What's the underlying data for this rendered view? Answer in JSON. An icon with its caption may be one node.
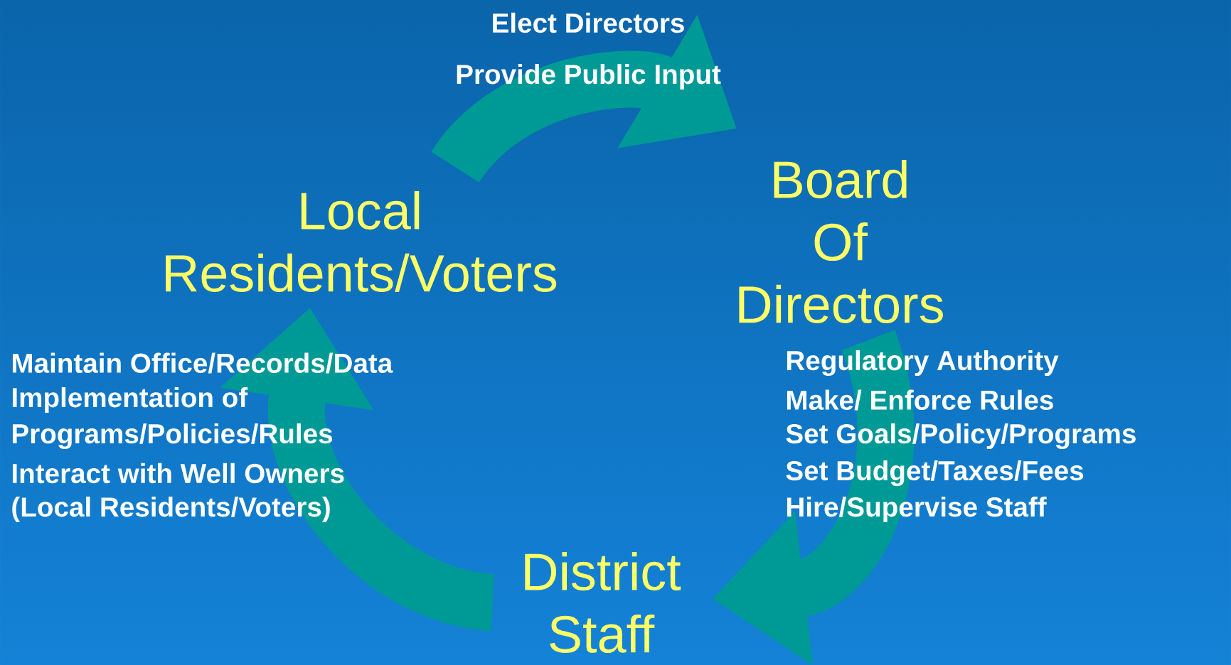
{
  "diagram": {
    "nodes": [
      {
        "text": [
          "Local Residents/Voters"
        ]
      },
      {
        "text": [
          "Board Of Directors"
        ]
      },
      {
        "text": [
          "District Staff"
        ]
      }
    ],
    "edges": [
      {
        "from": 0,
        "to": 1,
        "arrow": "to"
      },
      {
        "from": 1,
        "to": 2,
        "arrow": "to"
      },
      {
        "from": 2,
        "to": 0,
        "arrow": "to"
      }
    ],
    "labels": [
      "Elect Directors",
      "Provide Public Input",
      "Maintain Office/Records/Data",
      "Implementation of",
      "Programs/Policies/Rules",
      "Interact with Well Owners",
      "(Local Residents/Voters)",
      "Regulatory Authority",
      "Make/ Enforce Rules",
      "Set Goals/Policy/Programs",
      "Set Budget/Taxes/Fees",
      "Hire/Supervise Staff"
    ]
  }
}
